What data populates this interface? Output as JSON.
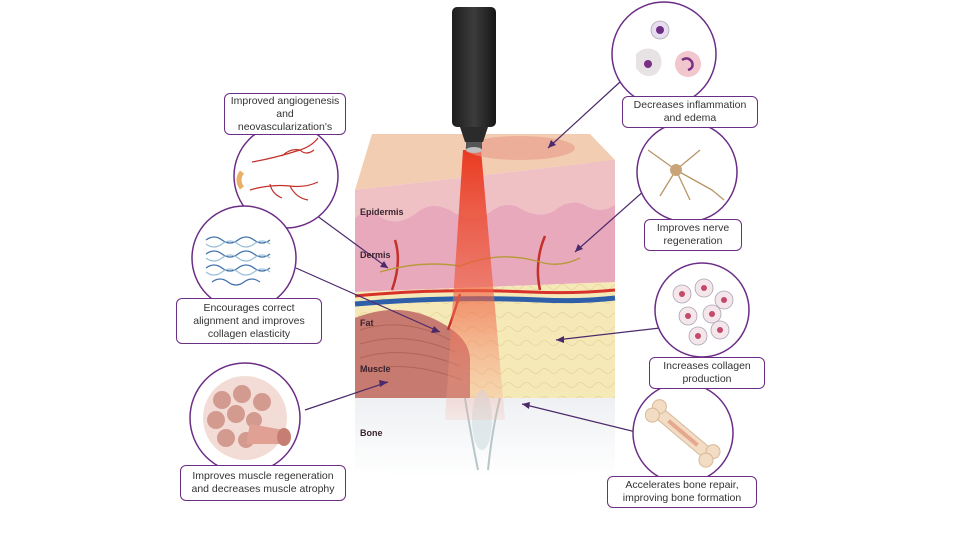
{
  "layers": {
    "epidermis": "Epidermis",
    "dermis": "Dermis",
    "fat": "Fat",
    "muscle": "Muscle",
    "bone": "Bone"
  },
  "benefits": {
    "angiogenesis": [
      "Improved angiogenesis",
      "and",
      "neovascularization's"
    ],
    "collagen_alignment": [
      "Encourages correct",
      "alignment and improves",
      "collagen elasticity"
    ],
    "muscle": [
      "Improves muscle regeneration",
      "and decreases muscle atrophy"
    ],
    "inflammation": [
      "Decreases inflammation",
      "and edema"
    ],
    "nerve": [
      "Improves nerve",
      "regeneration"
    ],
    "collagen_production": [
      "Increases collagen",
      "production"
    ],
    "bone": [
      "Accelerates bone repair,",
      "improving bone formation"
    ]
  },
  "colors": {
    "outline": "#6b2d86",
    "laser": "#e53a1e",
    "vessel_red": "#d6322a",
    "vessel_blue": "#2f5fa8"
  }
}
